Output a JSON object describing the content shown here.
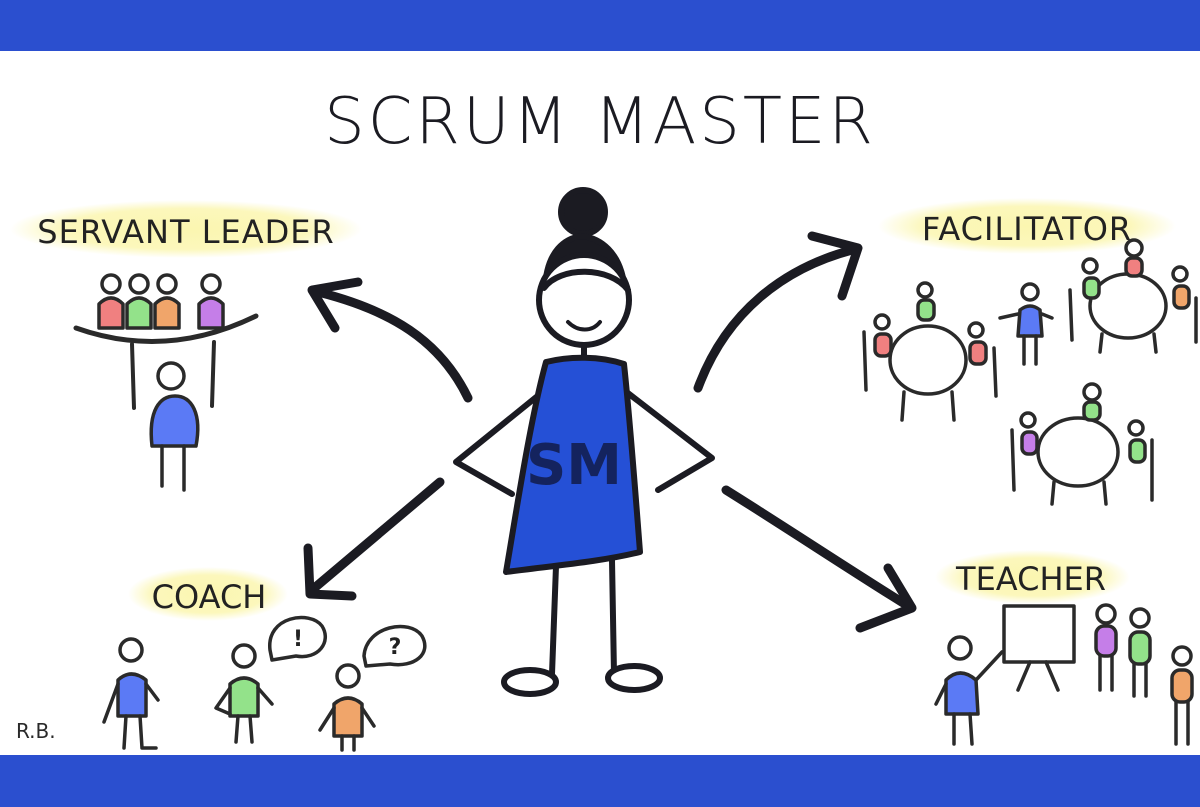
{
  "title": "SCRUM MASTER",
  "center_figure": {
    "initials": "SM"
  },
  "roles": [
    {
      "label": "SERVANT LEADER"
    },
    {
      "label": "FACILITATOR"
    },
    {
      "label": "COACH"
    },
    {
      "label": "TEACHER"
    }
  ],
  "coach_bubbles": [
    "!",
    "?"
  ],
  "signature": "R.B.",
  "colors": {
    "band": "#2b4fcf",
    "ink": "#1b1b22",
    "cape": "#2550d6",
    "highlight": "#fbf6b0",
    "person_blue": "#5b7af5",
    "person_green": "#93e28a",
    "person_orange": "#f0a56a",
    "person_purple": "#c57ee8",
    "person_red": "#f08080"
  }
}
